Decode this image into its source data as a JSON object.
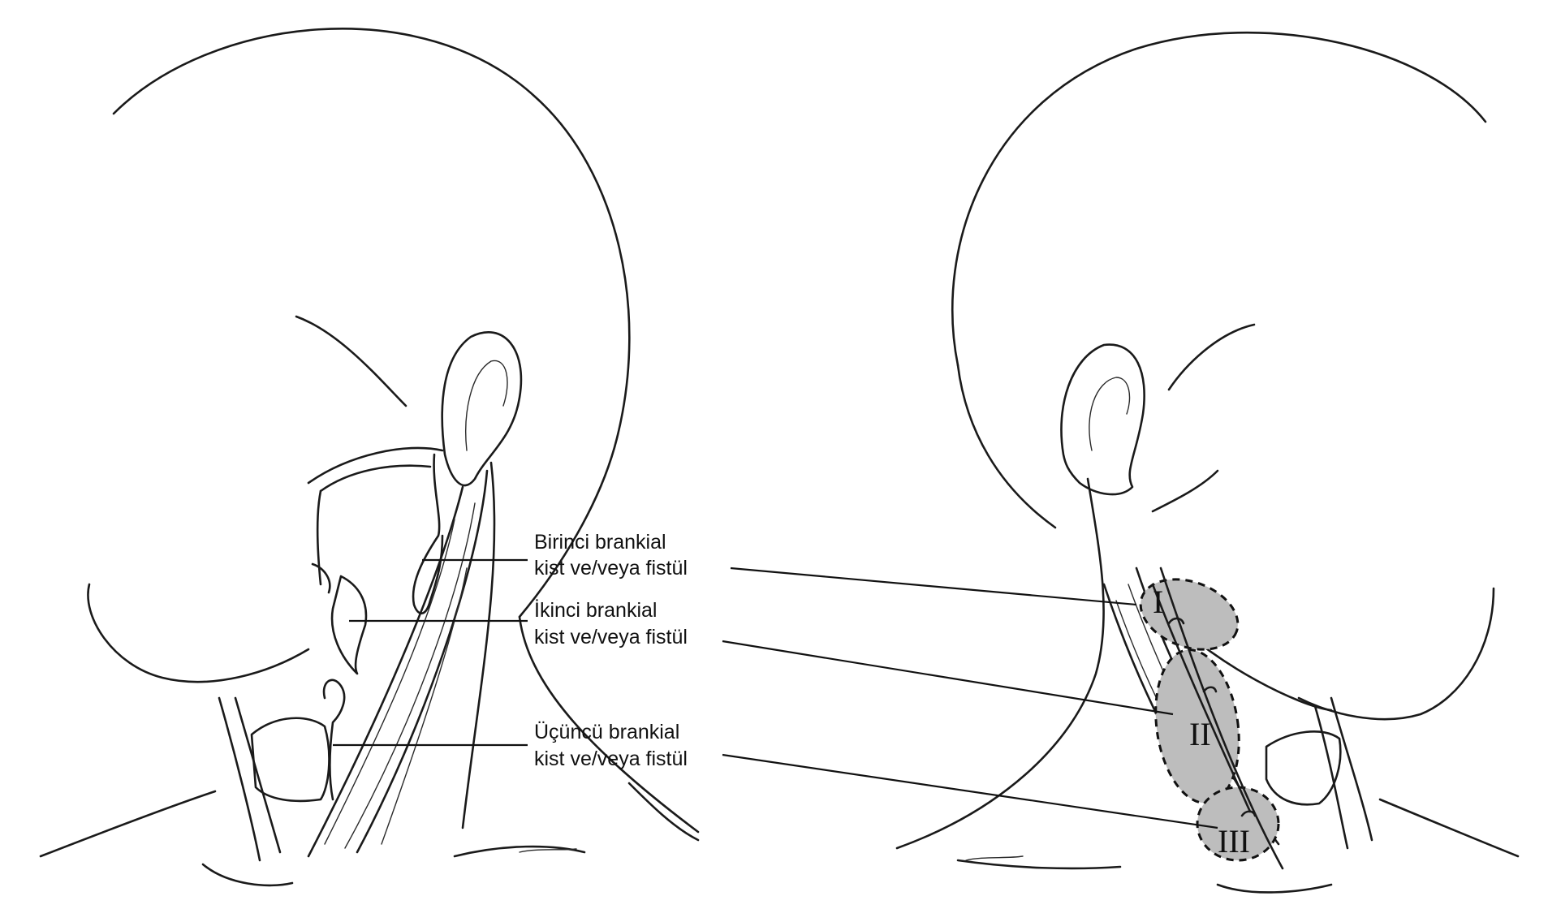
{
  "labels": [
    {
      "line1": "Birinci brankial",
      "line2": "kist ve/veya fistül"
    },
    {
      "line1": "İkinci brankial",
      "line2": "kist ve/veya fistül"
    },
    {
      "line1": "Üçüncü brankial",
      "line2": "kist ve/veya fistül"
    }
  ],
  "regions": [
    {
      "numeral": "I"
    },
    {
      "numeral": "II"
    },
    {
      "numeral": "III"
    }
  ],
  "colors": {
    "line": "#1a1a1a",
    "region_fill": "#bdbdbd",
    "background": "#ffffff"
  }
}
